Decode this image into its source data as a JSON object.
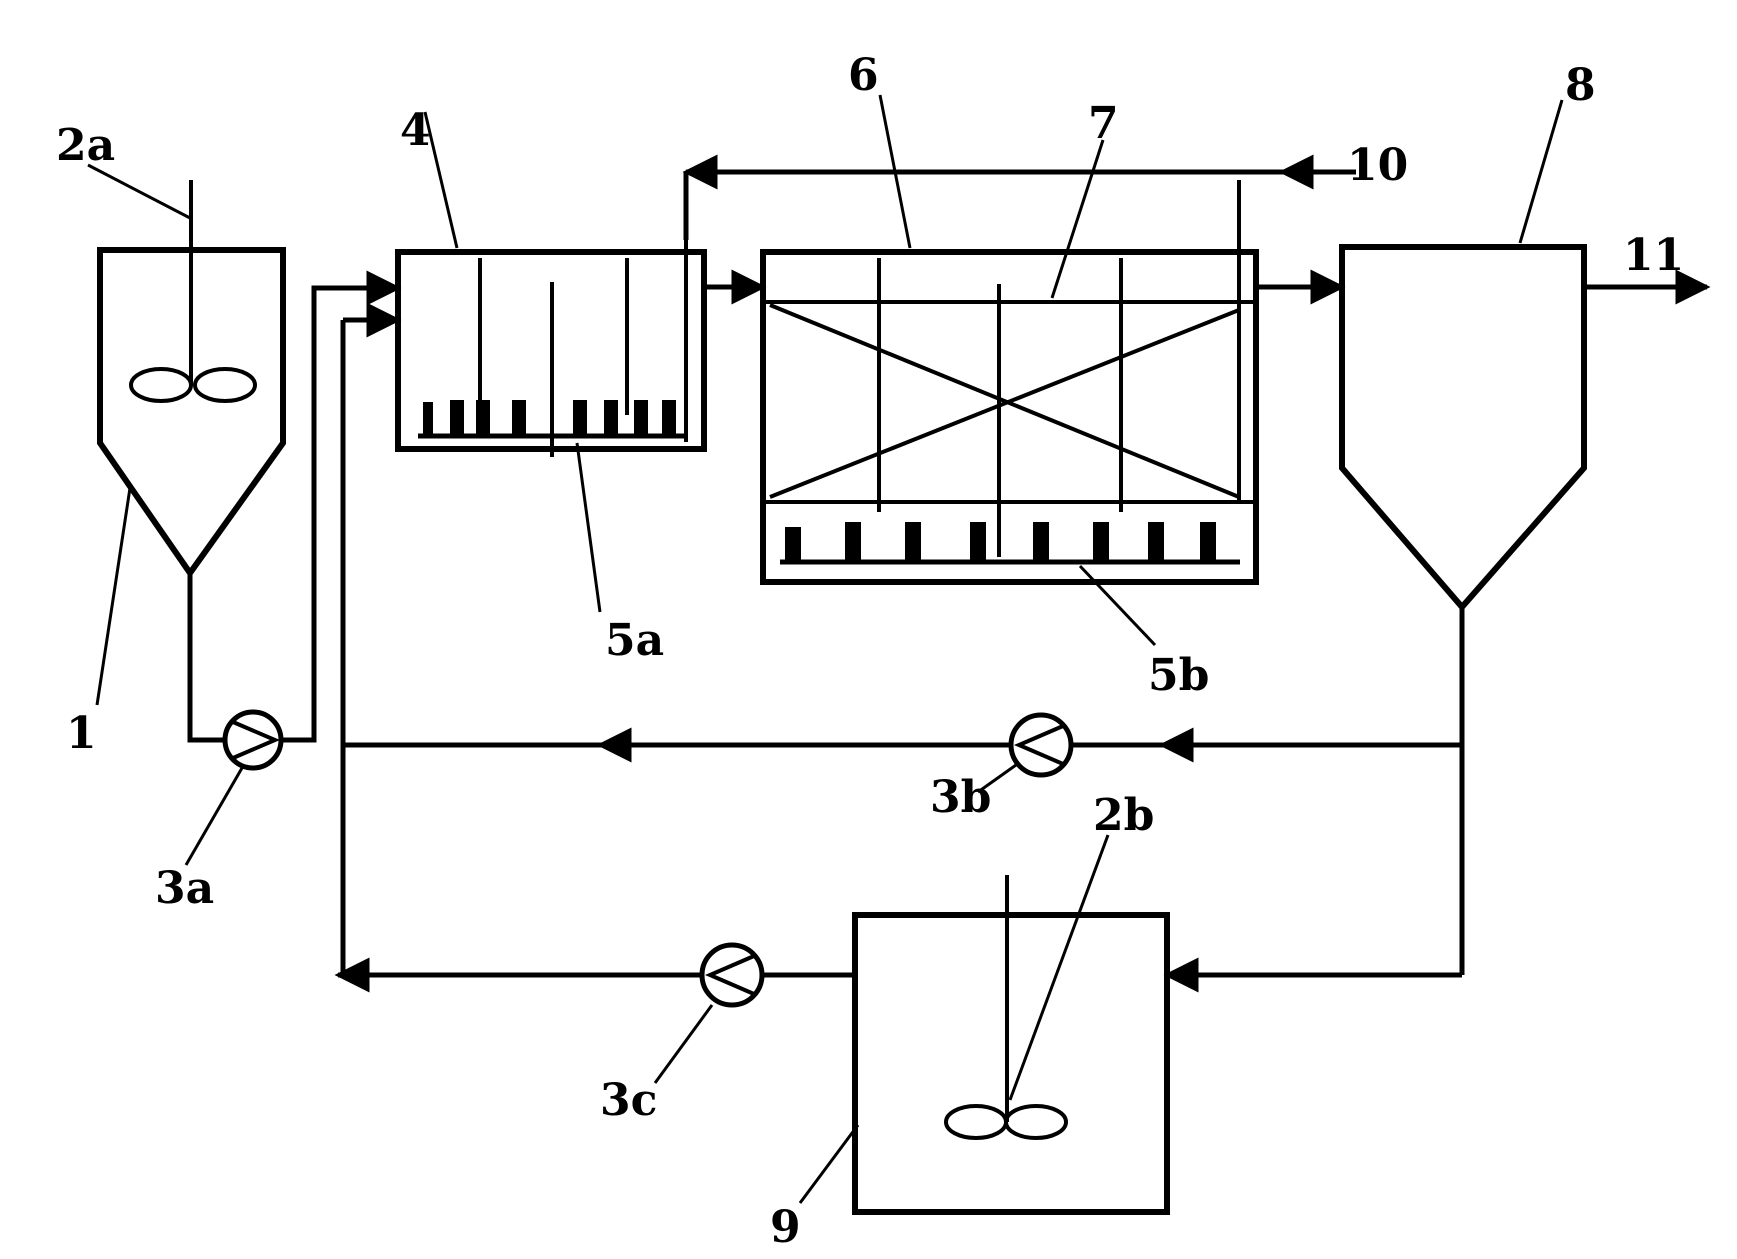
{
  "labels": {
    "tank_1": "1",
    "mixer_2a": "2a",
    "mixer_2b": "2b",
    "pump_3a": "3a",
    "pump_3b": "3b",
    "pump_3c": "3c",
    "tank_4": "4",
    "aerator_5a": "5a",
    "aerator_5b": "5b",
    "tank_6": "6",
    "element_7": "7",
    "clarifier_8": "8",
    "tank_9": "9",
    "inlet_10": "10",
    "outlet_11": "11"
  },
  "colors": {
    "line": "#000000",
    "background": "#ffffff"
  }
}
